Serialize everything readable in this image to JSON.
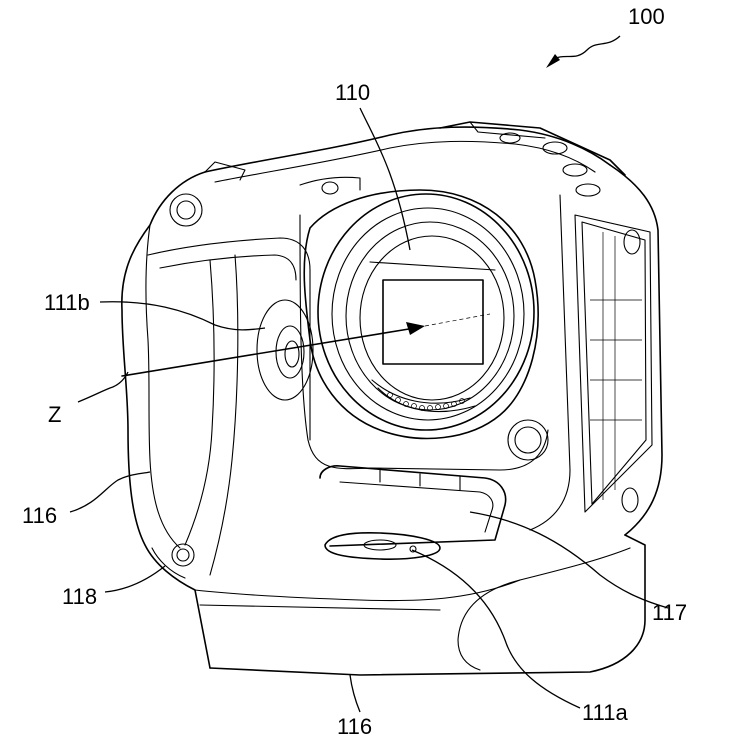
{
  "figure": {
    "labels": {
      "device": "100",
      "sensor": "110",
      "mount_contact_a": "111a",
      "mount_contact_b": "111b",
      "axis": "Z",
      "grip_upper": "116",
      "grip_lower": "116",
      "grip_member": "117",
      "terminal": "118"
    }
  }
}
